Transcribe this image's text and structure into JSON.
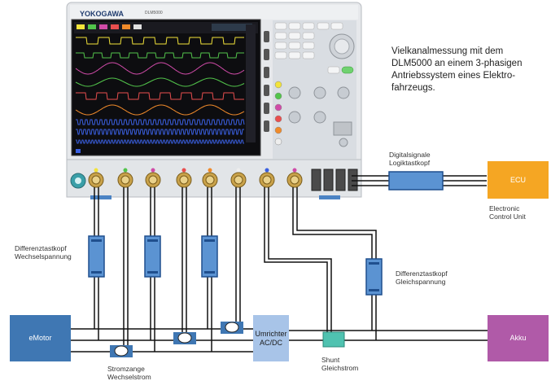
{
  "caption": "Vielkanalmessung mit dem\nDLM5000 an einem 3-phasigen\nAntriebssystem eines Elektro-\nfahrzeugs.",
  "scope": {
    "brand": "YOKOGAWA",
    "model": "DLM5000"
  },
  "labels": {
    "diff_probe_ac": "Differenztastkopf\nWechselspannung",
    "diff_probe_dc": "Differenztastkopf\nGleichspannung",
    "clamp": "Stromzange\nWechselstrom",
    "shunt": "Shunt\nGleichstrom",
    "logic_probe": "Digitalsignale\nLogiktastkopf",
    "ecu_desc": "Electronic\nControl Unit"
  },
  "blocks": {
    "emotor": "eMotor",
    "inverter": "Umrichter\nAC/DC",
    "battery": "Akku",
    "ecu": "ECU"
  },
  "colors": {
    "emotor": "#3f77b3",
    "inverter": "#a8c4e8",
    "battery": "#b05aa8",
    "ecu": "#f5a623",
    "probe": "#5b93d2",
    "shunt": "#4fc2b0"
  }
}
